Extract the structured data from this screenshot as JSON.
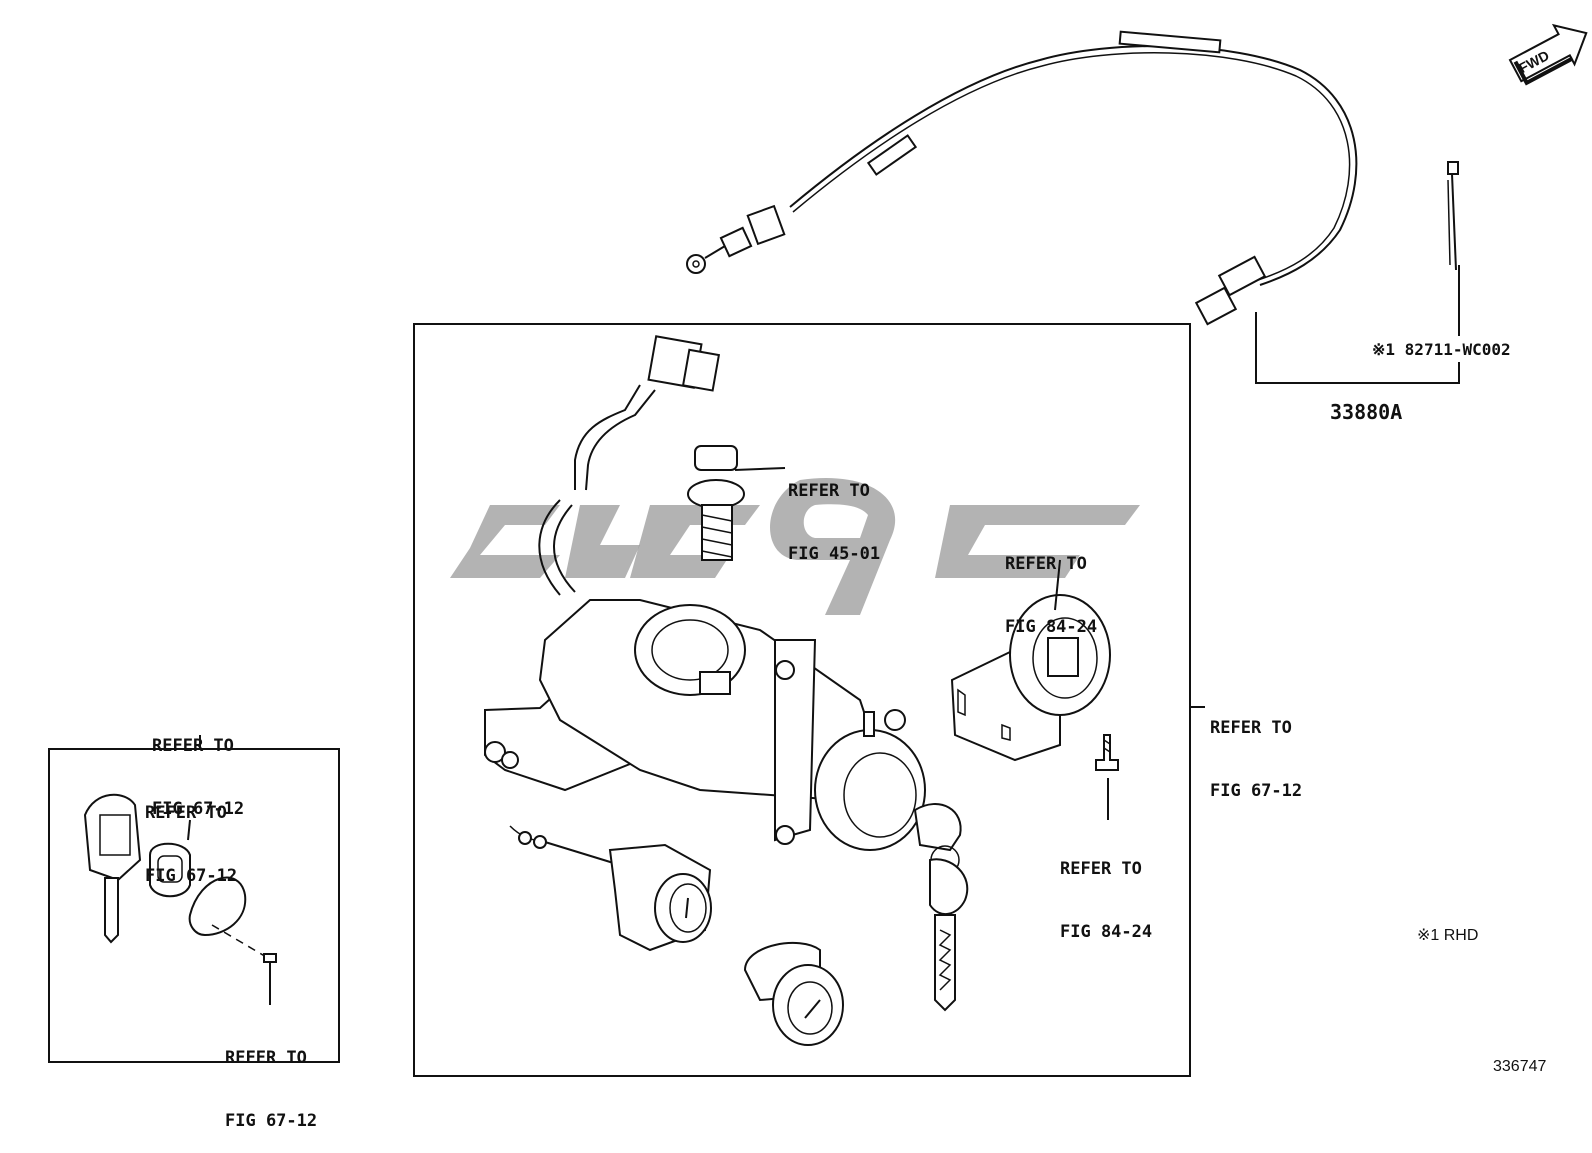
{
  "labels": {
    "refer_45_01": [
      "REFER TO",
      "FIG 45-01"
    ],
    "refer_84_24_ring": [
      "REFER TO",
      "FIG 84-24"
    ],
    "refer_84_24_screw": [
      "REFER TO",
      "FIG 84-24"
    ],
    "refer_67_12_right": [
      "REFER TO",
      "FIG 67-12"
    ],
    "refer_67_12_top": [
      "REFER TO",
      "FIG 67-12"
    ],
    "refer_67_12_inner": [
      "REFER TO",
      "FIG 67-12"
    ],
    "refer_67_12_bottom": [
      "REFER TO",
      "FIG 67-12"
    ]
  },
  "part_numbers": {
    "main": "33880A",
    "sub": "※1 82711-WC002"
  },
  "notes": {
    "rhd": "※1 RHD",
    "fwd": "FWD",
    "diagram_id": "336747"
  },
  "icons": {
    "fwd": "fwd-arrow-icon",
    "watermark": "logo-watermark"
  },
  "colors": {
    "line": "#111111",
    "watermark": "#9a9a9a",
    "background": "#ffffff"
  }
}
